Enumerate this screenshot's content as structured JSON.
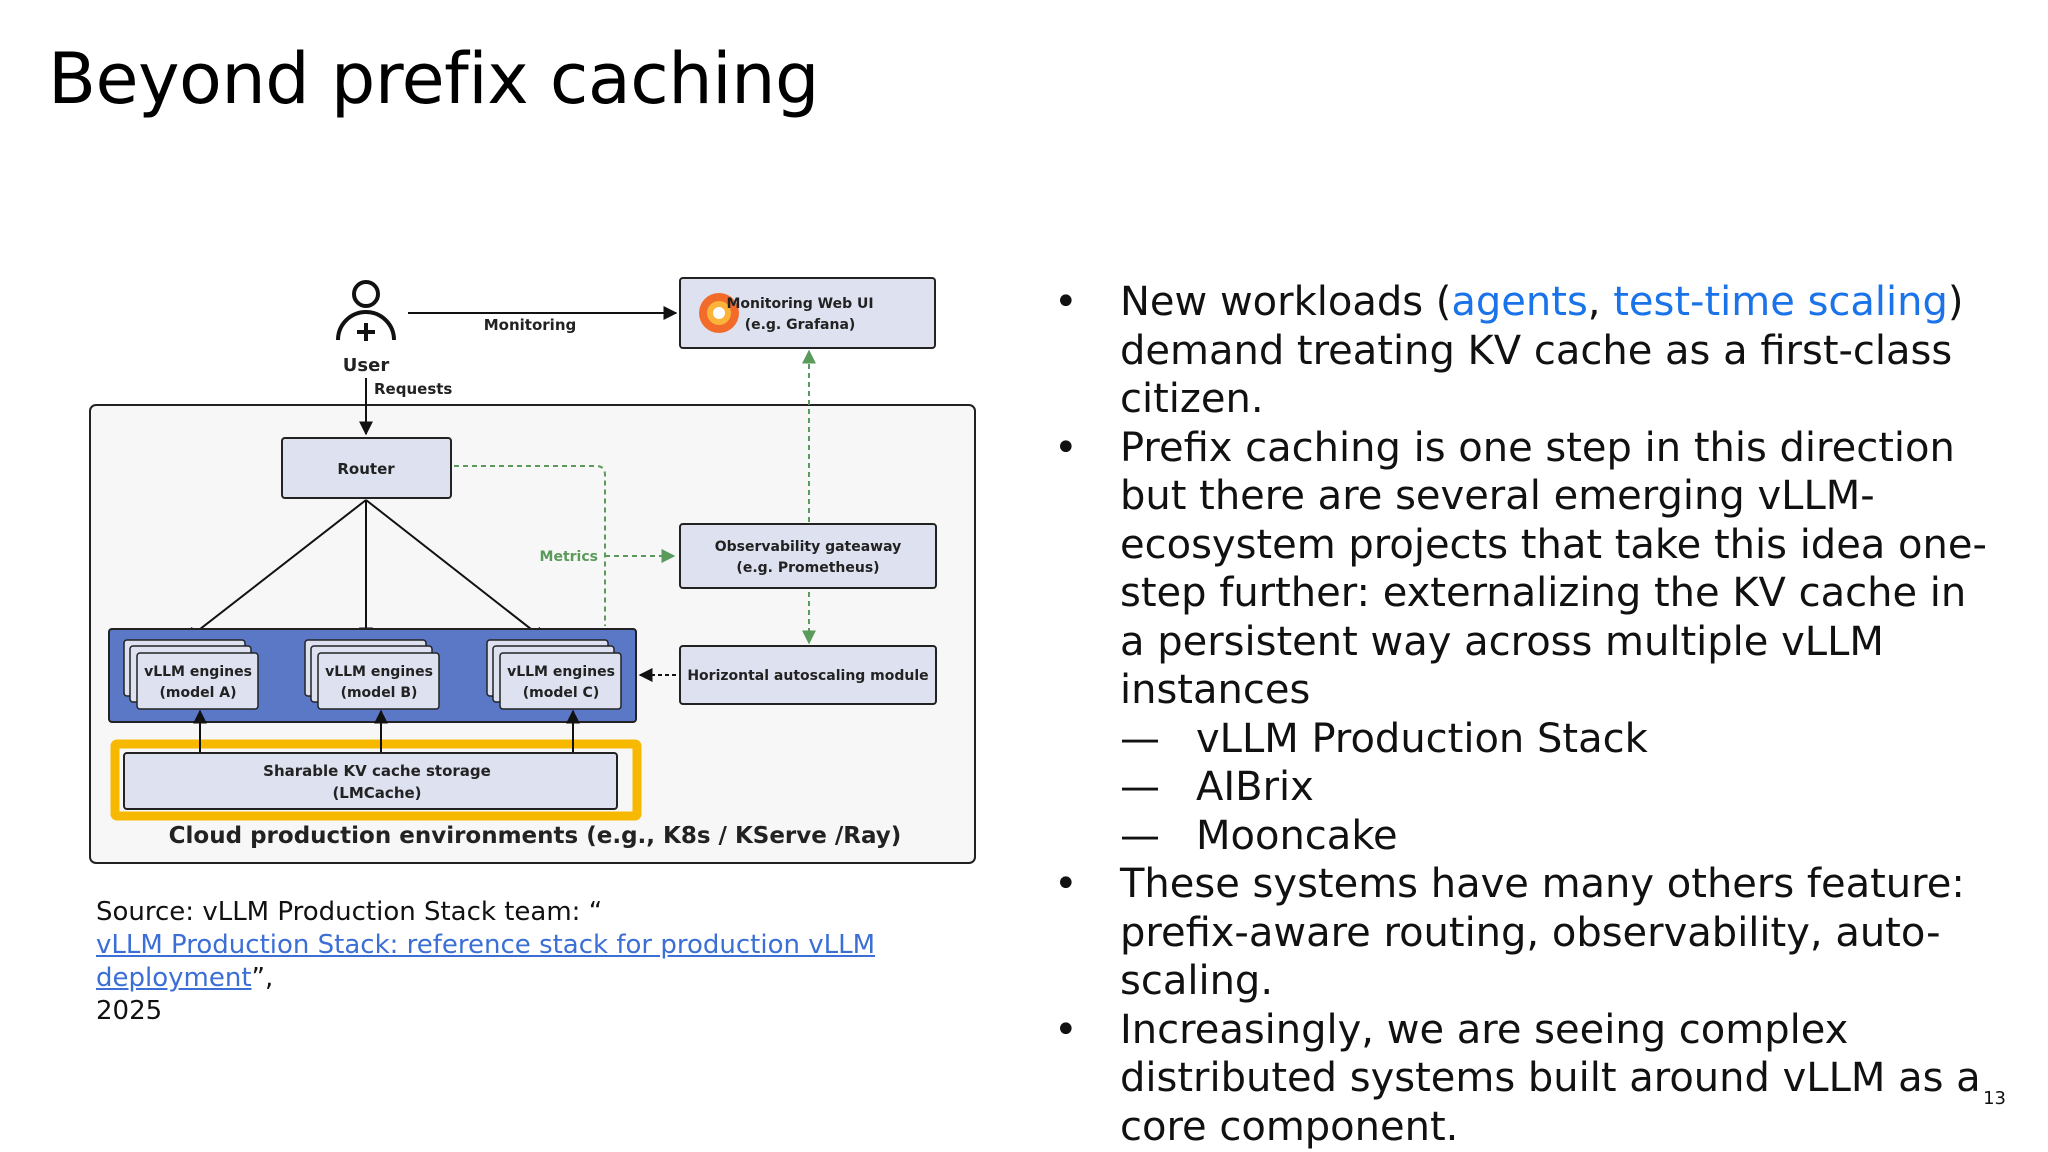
{
  "title": "Beyond prefix caching",
  "diagram": {
    "user_label": "User",
    "monitoring_label": "Monitoring",
    "requests_label": "Requests",
    "monitoring_ui": {
      "line1": "Monitoring Web UI",
      "line2": "(e.g. Grafana)"
    },
    "router": "Router",
    "metrics_label": "Metrics",
    "observability": {
      "line1": "Observability gateaway",
      "line2": "(e.g. Prometheus)"
    },
    "autoscaling": "Horizontal autoscaling module",
    "engines": [
      {
        "line1": "vLLM engines",
        "line2": "(model A)"
      },
      {
        "line1": "vLLM engines",
        "line2": "(model B)"
      },
      {
        "line1": "vLLM engines",
        "line2": "(model C)"
      }
    ],
    "kv_storage": {
      "line1": "Sharable KV cache storage",
      "line2": "(LMCache)"
    },
    "environment_label": "Cloud production environments (e.g., K8s / KServe /Ray)",
    "colors": {
      "box_fill": "#dde1f0",
      "engine_panel": "#5b78c7",
      "kv_highlight": "#f7b900",
      "metrics_line": "#5a9a5a"
    }
  },
  "source": {
    "prefix": "Source: vLLM Production Stack team: “",
    "link_text": "vLLM Production Stack: reference stack for production vLLM deployment",
    "suffix": "”,",
    "year": "2025"
  },
  "bullets": {
    "b1_before": "New workloads (",
    "b1_agents": "agents",
    "b1_comma": ", ",
    "b1_tts": "test-time scaling",
    "b1_after": ") demand treating KV cache as a first-class citizen.",
    "b2": "Prefix caching is one step in this direction but there are several emerging vLLM-ecosystem projects that take this idea one-step further: externalizing the KV cache in a persistent way across multiple vLLM instances",
    "sub": [
      "vLLM Production Stack",
      "AIBrix",
      "Mooncake"
    ],
    "b3": "These systems have many others feature: prefix-aware routing, observability, auto-scaling.",
    "b4": "Increasingly, we are seeing complex distributed systems built around vLLM as a core component."
  },
  "page_number": "13"
}
